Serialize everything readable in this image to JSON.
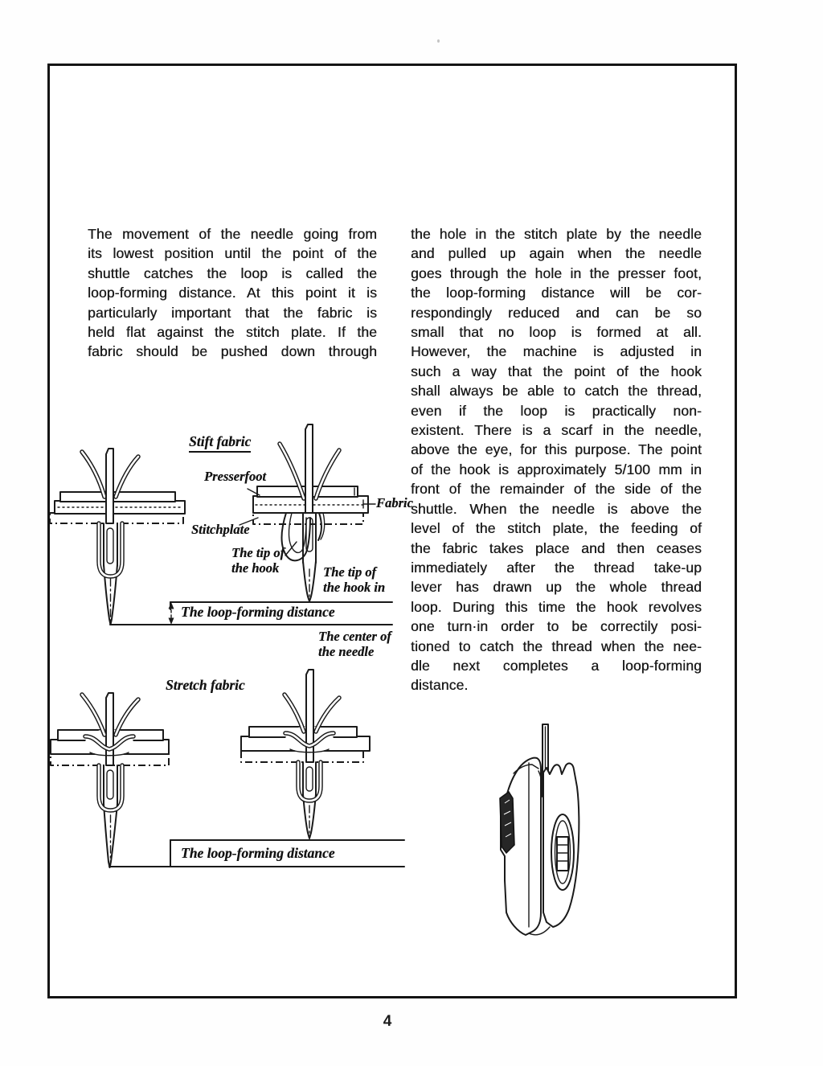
{
  "page": {
    "number": "4"
  },
  "columns": {
    "left_lines": [
      "The movement of the needle going from",
      "its lowest position until the point of the",
      "shuttle catches the loop is called the",
      "loop-forming distance. At this point it is",
      "particularly important that the fabric is",
      "held flat against the stitch plate. If the",
      "fabric should be pushed down through"
    ],
    "right_lines": [
      "the hole in the stitch plate by the needle",
      "and pulled up again when the needle",
      "goes through the hole in the presser foot,",
      "the loop-forming distance will be cor-",
      "respondingly reduced and can be so",
      "small that no loop is formed at all.",
      "However, the machine is adjusted in",
      "such a way that the point of the hook",
      "shall always be able to catch the thread,",
      "even if the loop is practically non-",
      "existent. There is a scarf in the needle,",
      "above the eye, for this purpose. The point",
      "of the hook is approximately 5/100 mm in",
      "front of the remainder of the side of the",
      "shuttle. When the needle is above the",
      "level of the stitch plate, the feeding of",
      "the fabric takes place and then ceases",
      "immediately after the thread take-up",
      "lever has drawn up the whole thread",
      "loop. During this time the hook revolves",
      "one turn·in order to be correctily posi-",
      "tioned to catch the thread when the nee-",
      "dle next completes a loop-forming",
      "distance."
    ]
  },
  "diagram_stiff": {
    "title": "Stift fabric",
    "labels": {
      "presserfoot": "Presserfoot",
      "fabric": "Fabric",
      "stitchplate": "Stitchplate",
      "tip_of_hook": [
        "The tip of",
        "the hook"
      ],
      "tip_of_hook_in": [
        "The tip of",
        "the hook in"
      ],
      "loop_forming_distance": "The loop-forming distance",
      "center_of_needle": [
        "The center of",
        "the needle"
      ]
    }
  },
  "diagram_stretch": {
    "title": "Stretch fabric",
    "labels": {
      "loop_forming_distance": "The loop-forming distance"
    }
  },
  "colors": {
    "ink": "#1a1a1a",
    "paper": "#fefefe"
  }
}
